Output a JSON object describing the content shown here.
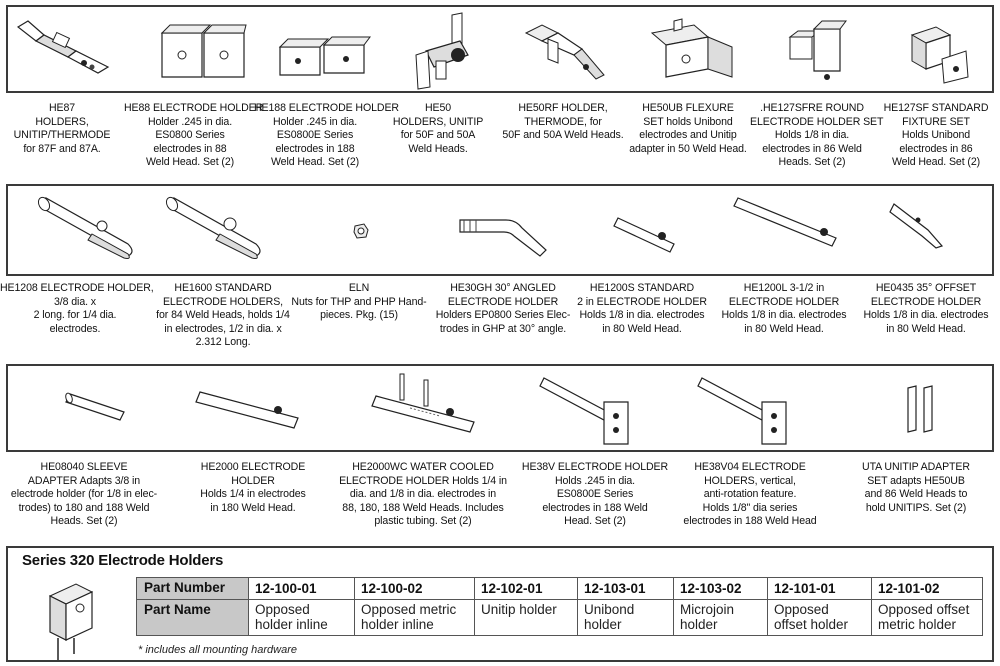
{
  "row1": [
    {
      "id": "he87",
      "lines": [
        "HE87",
        "HOLDERS,",
        "UNITIP/THERMODE",
        "for 87F and 87A."
      ]
    },
    {
      "id": "he88",
      "lines": [
        "HE88 ELECTRODE HOLDER",
        "Holder .245 in dia.",
        "ES0800 Series",
        "electrodes in 88",
        "Weld Head. Set (2)"
      ]
    },
    {
      "id": "he188",
      "lines": [
        "HE188 ELECTRODE HOLDER",
        "Holder .245 in dia.",
        "ES0800E Series",
        "electrodes in 188",
        "Weld Head. Set (2)"
      ]
    },
    {
      "id": "he50",
      "lines": [
        "HE50",
        "HOLDERS, UNITIP",
        "for 50F and 50A",
        "Weld Heads."
      ]
    },
    {
      "id": "he50rf",
      "lines": [
        "HE50RF HOLDER,",
        "THERMODE, for",
        "50F and 50A Weld Heads."
      ]
    },
    {
      "id": "he50ub",
      "lines": [
        "HE50UB FLEXURE",
        "SET holds Unibond",
        "electrodes and Unitip",
        "adapter in 50 Weld Head."
      ]
    },
    {
      "id": "he127sfre",
      "lines": [
        ".HE127SFRE ROUND",
        "ELECTRODE HOLDER SET",
        "Holds 1/8 in dia.",
        "electrodes in 86 Weld",
        "Heads. Set (2)"
      ]
    },
    {
      "id": "he127sf",
      "lines": [
        "HE127SF STANDARD",
        "FIXTURE SET",
        "Holds Unibond",
        "electrodes in 86",
        "Weld Head. Set (2)"
      ]
    }
  ],
  "row2": [
    {
      "id": "he1208",
      "lines": [
        "HE1208 ELECTRODE HOLDER,",
        "3/8 dia. x",
        "2 long. for 1/4 dia.",
        "electrodes."
      ]
    },
    {
      "id": "he1600",
      "lines": [
        "HE1600 STANDARD",
        "ELECTRODE HOLDERS,",
        "for 84 Weld Heads, holds 1/4",
        "in electrodes, 1/2 in dia. x",
        "2.312 Long."
      ]
    },
    {
      "id": "eln",
      "lines": [
        "ELN",
        "Nuts for THP and PHP Hand-",
        "pieces. Pkg. (15)"
      ]
    },
    {
      "id": "he30gh",
      "lines": [
        "HE30GH 30° ANGLED",
        "ELECTRODE HOLDER",
        "Holders EP0800 Series Elec-",
        "trodes in GHP at 30° angle."
      ]
    },
    {
      "id": "he1200s",
      "lines": [
        "HE1200S STANDARD",
        "2 in ELECTRODE HOLDER",
        "Holds 1/8 in dia. electrodes",
        "in 80 Weld Head."
      ]
    },
    {
      "id": "he1200l",
      "lines": [
        "HE1200L 3-1/2 in",
        "ELECTRODE HOLDER",
        "Holds 1/8 in dia. electrodes",
        "in 80 Weld Head."
      ]
    },
    {
      "id": "he0435",
      "lines": [
        "HE0435 35° OFFSET",
        "ELECTRODE HOLDER",
        "Holds 1/8 in dia. electrodes",
        "in 80 Weld Head."
      ]
    }
  ],
  "row3": [
    {
      "id": "he08040",
      "lines": [
        "HE08040 SLEEVE",
        "ADAPTER Adapts 3/8 in",
        "electrode holder (for 1/8 in elec-",
        "trodes) to 180 and 188 Weld",
        "Heads. Set (2)"
      ]
    },
    {
      "id": "he2000",
      "lines": [
        "HE2000 ELECTRODE",
        "HOLDER",
        "Holds 1/4 in electrodes",
        "in 180 Weld Head."
      ]
    },
    {
      "id": "he2000wc",
      "lines": [
        "HE2000WC WATER COOLED",
        "ELECTRODE HOLDER Holds 1/4 in",
        "dia. and 1/8 in dia. electrodes in",
        "88, 180, 188 Weld Heads. Includes",
        "plastic tubing. Set (2)"
      ]
    },
    {
      "id": "he38v",
      "lines": [
        "HE38V ELECTRODE HOLDER",
        "Holds .245 in dia.",
        "ES0800E Series",
        "electrodes in 188 Weld",
        "Head. Set (2)"
      ]
    },
    {
      "id": "he38v04",
      "lines": [
        "HE38V04 ELECTRODE",
        "HOLDERS, vertical,",
        "anti-rotation feature.",
        "Holds 1/8\" dia series",
        "electrodes in 188 Weld Head"
      ]
    },
    {
      "id": "uta",
      "lines": [
        "UTA UNITIP ADAPTER",
        "SET adapts HE50UB",
        "and 86 Weld Heads to",
        "hold UNITIPS. Set (2)"
      ]
    }
  ],
  "series": {
    "title": "Series 320 Electrode Holders",
    "row_labels": {
      "part_number": "Part Number",
      "part_name": "Part Name"
    },
    "columns": [
      {
        "part_number": "12-100-01",
        "part_name": "Opposed holder inline",
        "l1": "Opposed",
        "l2": "holder inline"
      },
      {
        "part_number": "12-100-02",
        "part_name": "Opposed metric holder inline",
        "l1": "Opposed metric",
        "l2": "holder inline"
      },
      {
        "part_number": "12-102-01",
        "part_name": "Unitip holder",
        "l1": "Unitip holder",
        "l2": ""
      },
      {
        "part_number": "12-103-01",
        "part_name": "Unibond holder",
        "l1": "Unibond",
        "l2": "holder"
      },
      {
        "part_number": "12-103-02",
        "part_name": "Microjoin holder",
        "l1": "Microjoin",
        "l2": "holder"
      },
      {
        "part_number": "12-101-01",
        "part_name": "Opposed offset holder",
        "l1": "Opposed",
        "l2": "offset holder"
      },
      {
        "part_number": "12-101-02",
        "part_name": "Opposed offset metric holder",
        "l1": "Opposed offset",
        "l2": "metric holder"
      }
    ],
    "footnote": "* includes all mounting hardware"
  },
  "colors": {
    "border": "#3a3a3a",
    "header_cell": "#c8c8c8",
    "ink": "#111111"
  },
  "illustration_icons": [
    "holder-87-icon",
    "holder-88-icon",
    "holder-188-icon",
    "holder-50-icon",
    "holder-50rf-icon",
    "flexure-50ub-icon",
    "round-holder-127sfre-icon",
    "fixture-127sf-icon",
    "cylinder-holder-icon",
    "nut-icon",
    "angled-holder-icon",
    "sleeve-icon",
    "water-cooled-holder-icon",
    "vertical-holder-icon",
    "unitip-adapter-icon",
    "series-320-holder-icon"
  ]
}
